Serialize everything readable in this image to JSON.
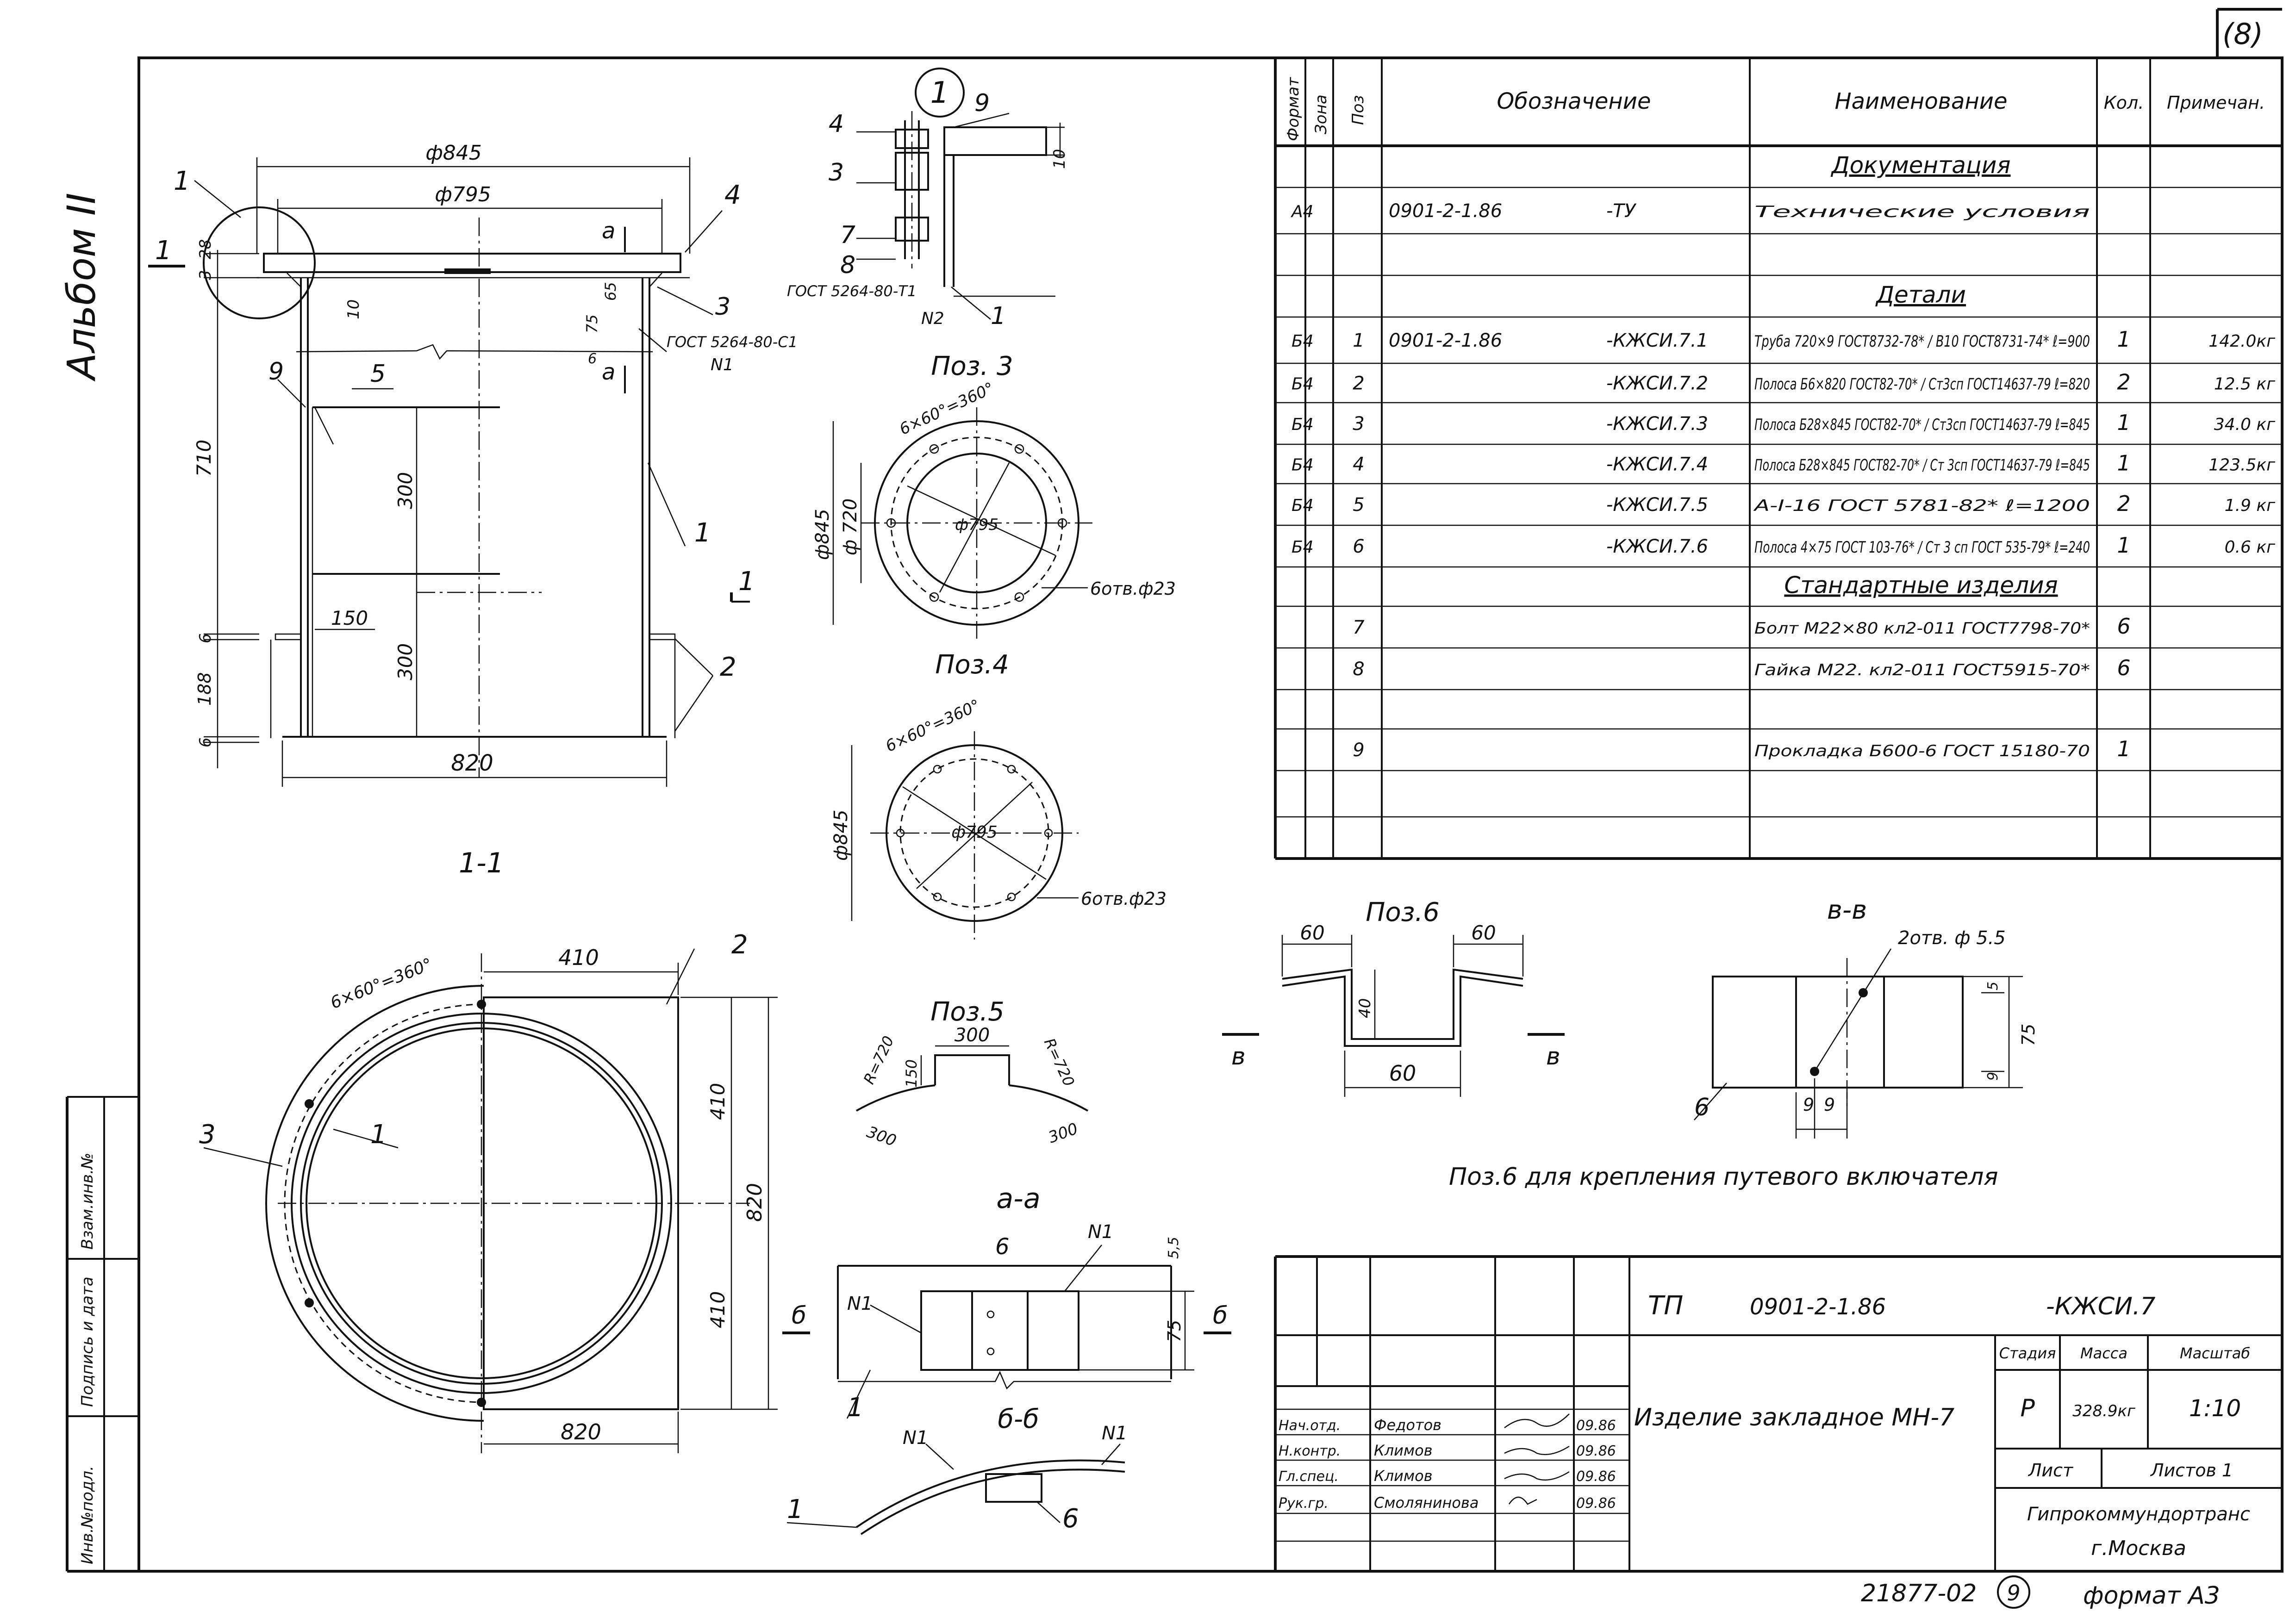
{
  "sheet": {
    "number": "(8)",
    "album": "Альбом II",
    "doc_number": "21877-02",
    "doc_sheet": "9",
    "format_label": "формат А3"
  },
  "side_stamp": [
    "Инв.№подл.",
    "Подпись и дата",
    "Взам.инв.№"
  ],
  "main_view": {
    "dim_outer": "ф845",
    "dim_inner": "ф795",
    "dim_bottom": "820",
    "dim_710": "710",
    "dim_188": "188",
    "dim_3": "3",
    "dim_28": "28",
    "dim_10": "10",
    "dim_75": "75",
    "dim_65": "65",
    "dim_6a": "6",
    "dim_6b": "6",
    "dim_300a": "300",
    "dim_300b": "300",
    "dim_150": "150",
    "callouts": [
      "1",
      "4",
      "3",
      "9",
      "5",
      "1",
      "2"
    ],
    "section_mark": "1",
    "a_mark": "а",
    "weld_label": "ГОСТ 5264-80-С1",
    "weld_code": "N1",
    "weld_sym": "6"
  },
  "detail1": {
    "circle": "1",
    "callouts": [
      "4",
      "9",
      "3",
      "7",
      "8",
      "1"
    ],
    "dim_10": "10",
    "weld_label": "ГОСТ 5264-80-Т1",
    "weld_code": "N2"
  },
  "poz3": {
    "title": "Поз. 3",
    "holes_pattern": "6×60°=360°",
    "d_inner": "ф795",
    "d_outer": "ф845",
    "d_mid": "ф 720",
    "holes": "6отв.ф23"
  },
  "poz4": {
    "title": "Поз.4",
    "holes_pattern": "6×60°=360°",
    "d_inner": "ф795",
    "d_outer": "ф845",
    "holes": "6отв.ф23"
  },
  "poz5": {
    "title": "Поз.5",
    "r_left": "R=720",
    "r_right": "R=720",
    "dim_150": "150",
    "dim_300_top": "300",
    "dim_300_left": "300",
    "dim_300_right": "300"
  },
  "section11": {
    "title": "1-1",
    "holes_pattern": "6×60°=360°",
    "dim_410_top": "410",
    "dim_410_a": "410",
    "dim_410_b": "410",
    "dim_820_side": "820",
    "dim_820_bottom": "820",
    "callouts": [
      "2",
      "3",
      "1"
    ]
  },
  "section_aa": {
    "title": "а-а",
    "weld_a": "N1",
    "weld_b": "N1",
    "part": "6",
    "dim_55": "5,5",
    "dim_75": "75",
    "mark_left": "б",
    "mark_right": "б",
    "callout": "1"
  },
  "section_bb": {
    "title": "б-б",
    "weld_a": "N1",
    "weld_b": "N1",
    "callout_left": "1",
    "callout_right": "6"
  },
  "poz6": {
    "title": "Поз.6",
    "dim_60_left": "60",
    "dim_60_right": "60",
    "dim_60_bottom": "60",
    "dim_40": "40",
    "mark_left": "в",
    "mark_right": "в"
  },
  "section_vv": {
    "title": "в-в",
    "holes": "2отв. ф 5.5",
    "dim_5": "5",
    "dim_75": "75",
    "dim_9_side": "9",
    "dim_9a": "9",
    "dim_9b": "9",
    "part": "6"
  },
  "note": "Поз.6 для крепления путевого включателя",
  "spec_table": {
    "headers": {
      "format": "Формат",
      "zone": "Зона",
      "pos": "Поз",
      "designation": "Обозначение",
      "name": "Наименование",
      "qty": "Кол.",
      "note": "Примечан."
    },
    "rows": [
      {
        "format": "",
        "pos": "",
        "des": "",
        "des2": "",
        "name": "Документация",
        "qty": "",
        "note": "",
        "section": true
      },
      {
        "format": "А4",
        "pos": "",
        "des": "0901-2-1.86",
        "des2": "-ТУ",
        "name": "Технические условия",
        "qty": "",
        "note": ""
      },
      {
        "format": "",
        "pos": "",
        "des": "",
        "des2": "",
        "name": "",
        "qty": "",
        "note": ""
      },
      {
        "format": "",
        "pos": "",
        "des": "",
        "des2": "",
        "name": "Детали",
        "qty": "",
        "note": "",
        "section": true
      },
      {
        "format": "Б4",
        "pos": "1",
        "des": "0901-2-1.86",
        "des2": "-КЖСИ.7.1",
        "name": "Труба 720×9 ГОСТ8732-78* / В10 ГОСТ8731-74* ℓ=900",
        "qty": "1",
        "note": "142.0кг"
      },
      {
        "format": "Б4",
        "pos": "2",
        "des": "",
        "des2": "-КЖСИ.7.2",
        "name": "Полоса Б6×820 ГОСТ82-70* / Ст3сп ГОСТ14637-79 ℓ=820",
        "qty": "2",
        "note": "12.5 кг"
      },
      {
        "format": "Б4",
        "pos": "3",
        "des": "",
        "des2": "-КЖСИ.7.3",
        "name": "Полоса Б28×845 ГОСТ82-70* / Ст3сп ГОСТ14637-79 ℓ=845",
        "qty": "1",
        "note": "34.0 кг"
      },
      {
        "format": "Б4",
        "pos": "4",
        "des": "",
        "des2": "-КЖСИ.7.4",
        "name": "Полоса Б28×845 ГОСТ82-70* / Ст 3сп ГОСТ14637-79 ℓ=845",
        "qty": "1",
        "note": "123.5кг"
      },
      {
        "format": "Б4",
        "pos": "5",
        "des": "",
        "des2": "-КЖСИ.7.5",
        "name": "А-I-16 ГОСТ 5781-82* ℓ=1200",
        "qty": "2",
        "note": "1.9 кг"
      },
      {
        "format": "Б4",
        "pos": "6",
        "des": "",
        "des2": "-КЖСИ.7.6",
        "name": "Полоса 4×75 ГОСТ 103-76* / Ст 3 сп ГОСТ 535-79* ℓ=240",
        "qty": "1",
        "note": "0.6 кг"
      },
      {
        "format": "",
        "pos": "",
        "des": "",
        "des2": "",
        "name": "Стандартные изделия",
        "qty": "",
        "note": "",
        "section": true
      },
      {
        "format": "",
        "pos": "7",
        "des": "",
        "des2": "",
        "name": "Болт М22×80 кл2-011 ГОСТ7798-70*",
        "qty": "6",
        "note": ""
      },
      {
        "format": "",
        "pos": "8",
        "des": "",
        "des2": "",
        "name": "Гайка М22. кл2-011 ГОСТ5915-70*",
        "qty": "6",
        "note": ""
      },
      {
        "format": "",
        "pos": "",
        "des": "",
        "des2": "",
        "name": "",
        "qty": "",
        "note": ""
      },
      {
        "format": "",
        "pos": "9",
        "des": "",
        "des2": "",
        "name": "Прокладка Б600-6 ГОСТ 15180-70",
        "qty": "1",
        "note": ""
      },
      {
        "format": "",
        "pos": "",
        "des": "",
        "des2": "",
        "name": "",
        "qty": "",
        "note": ""
      }
    ]
  },
  "title_block": {
    "tp": "ТП",
    "project": "0901-2-1.86",
    "code": "-КЖСИ.7",
    "item_name": "Изделие закладное МН-7",
    "stage_h": "Стадия",
    "mass_h": "Масса",
    "scale_h": "Масштаб",
    "stage": "Р",
    "mass": "328.9кг",
    "scale": "1:10",
    "sheet_h": "Лист",
    "sheets_h": "Листов 1",
    "org": "Гипрокоммундортранс",
    "city": "г.Москва",
    "signers": [
      {
        "role": "Нач.отд.",
        "name": "Федотов",
        "date": "09.86"
      },
      {
        "role": "Н.контр.",
        "name": "Климов",
        "date": "09.86"
      },
      {
        "role": "Гл.спец.",
        "name": "Климов",
        "date": "09.86"
      },
      {
        "role": "Рук.гр.",
        "name": "Смолянинова",
        "date": "09.86"
      }
    ]
  }
}
